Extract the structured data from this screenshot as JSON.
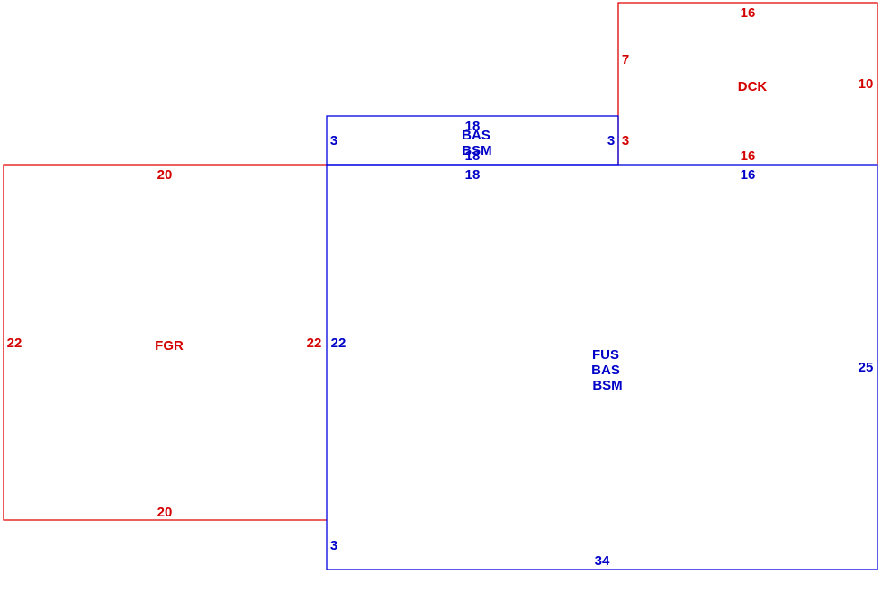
{
  "colors": {
    "red": "#d40000",
    "blue": "#0000c8"
  },
  "areas": {
    "fgr": {
      "code": "FGR",
      "dim_top": "20",
      "dim_bottom": "20",
      "dim_left": "22",
      "dim_right": "22"
    },
    "dck": {
      "code": "DCK",
      "dim_top": "16",
      "dim_bottom": "16",
      "dim_left": "7",
      "dim_right": "10",
      "dim_left_lower": "3"
    },
    "bay": {
      "code_1": "BAS",
      "code_2": "BSM",
      "dim_top": "18",
      "dim_bottom": "18",
      "dim_left": "3",
      "dim_right": "3"
    },
    "main": {
      "code_1": "FUS",
      "code_2": "BAS",
      "code_3": "BSM",
      "dim_top_left": "18",
      "dim_top_right": "16",
      "dim_left_upper": "22",
      "dim_left_lower": "3",
      "dim_right": "25",
      "dim_bottom": "34"
    }
  }
}
